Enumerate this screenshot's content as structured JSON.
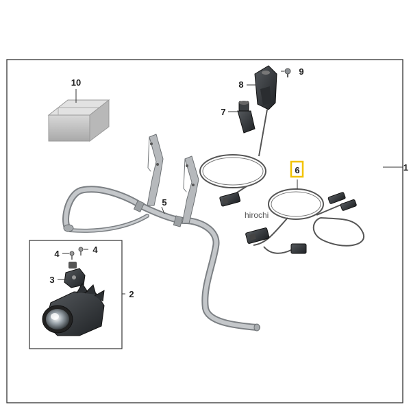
{
  "callouts": {
    "c1": "1",
    "c2": "2",
    "c3": "3",
    "c4a": "4",
    "c4b": "4",
    "c5": "5",
    "c6": "6",
    "c7": "7",
    "c8": "8",
    "c9": "9",
    "c10": "10"
  },
  "watermark": "hirochi",
  "colors": {
    "frame": "#333333",
    "highlight": "#f2c200",
    "bar": "#b5b8bc",
    "bar_shade": "#7e8286",
    "box": "#c9c9c9"
  }
}
